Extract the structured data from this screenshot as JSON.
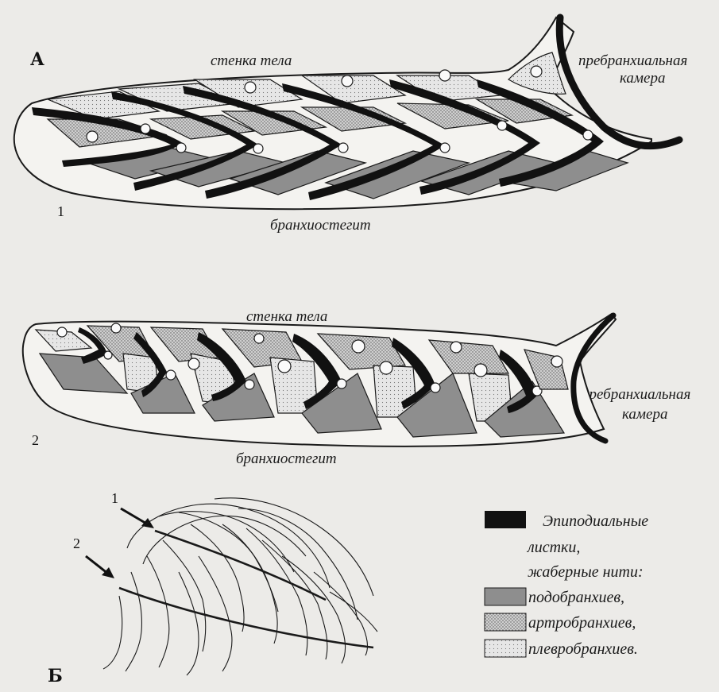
{
  "panel_a": {
    "letter": "А",
    "label_top": "стенка тела",
    "label_bottom": "бранхиостегит",
    "label_chamber_1": "пребранхиальная",
    "label_chamber_2": "камера",
    "number": "1"
  },
  "panel_a2": {
    "label_top": "стенка тела",
    "label_bottom": "бранхиостегит",
    "label_chamber_1": "пребранхиальная",
    "label_chamber_2": "камера",
    "number": "2"
  },
  "panel_b": {
    "letter": "Б",
    "arrow_1": "1",
    "arrow_2": "2"
  },
  "legend": {
    "line1": "Эпиподиальные",
    "line2": "листки,",
    "line3": "жаберные нити:",
    "item_podo": "подобранхиев,",
    "item_artro": "артробранхиев,",
    "item_pleuro": "плевробранхиев.",
    "colors": {
      "epipodial": "#111111",
      "podo": "#8e8e8e",
      "artro": "#bdbdbd",
      "pleuro": "#dcdcdc"
    }
  }
}
